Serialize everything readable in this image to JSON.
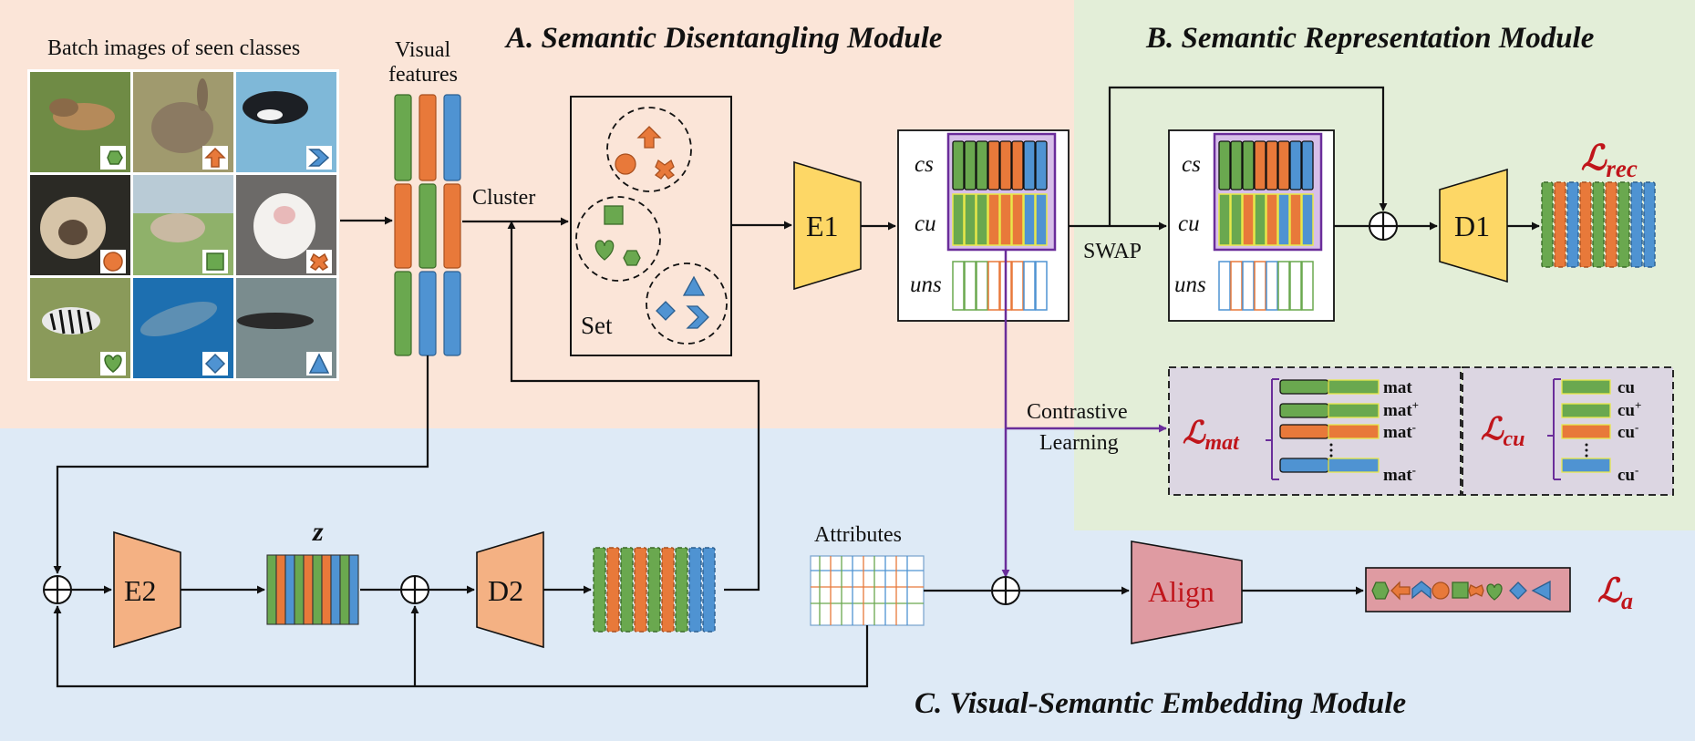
{
  "colors": {
    "region_a": "#fbe5d8",
    "region_b": "#e3eed8",
    "region_c": "#deeaf6",
    "green": "#6aa84f",
    "orange": "#e8793a",
    "blue": "#4f93d2",
    "purple": "#6a2d9a",
    "encoder": "#fdd766",
    "encoder2": "#f4b183",
    "align": "#df9ba2",
    "loss": "#c0151b"
  },
  "modules": {
    "a_title": "A. Semantic Disentangling Module",
    "b_title": "B. Semantic Representation Module",
    "c_title": "C. Visual-Semantic Embedding Module"
  },
  "labels": {
    "batch_images": "Batch images of seen classes",
    "visual_features_1": "Visual",
    "visual_features_2": "features",
    "cluster": "Cluster",
    "set": "Set",
    "e1": "E1",
    "d1": "D1",
    "e2": "E2",
    "d2": "D2",
    "z": "z",
    "swap": "SWAP",
    "cs": "cs",
    "cu": "cu",
    "uns": "uns",
    "contrastive_1": "Contrastive",
    "contrastive_2": "Learning",
    "attributes": "Attributes",
    "align": "Align"
  },
  "losses": {
    "rec_main": "ℒ",
    "rec_sub": "rec",
    "mat_main": "ℒ",
    "mat_sub": "mat",
    "cu_main": "ℒ",
    "cu_sub": "cu",
    "a_main": "ℒ",
    "a_sub": "a"
  },
  "mat_panel": {
    "rows": [
      {
        "text": "mat",
        "sup": ""
      },
      {
        "text": "mat",
        "sup": "+"
      },
      {
        "text": "mat",
        "sup": "-"
      },
      {
        "text": "mat",
        "sup": "-"
      }
    ]
  },
  "cu_panel": {
    "rows": [
      {
        "text": "cu",
        "sup": ""
      },
      {
        "text": "cu",
        "sup": "+"
      },
      {
        "text": "cu",
        "sup": "-"
      },
      {
        "text": "cu",
        "sup": "-"
      }
    ]
  },
  "images": [
    {
      "animal": "horses",
      "icon": "hexagon-icon",
      "color": "green"
    },
    {
      "animal": "rabbit",
      "icon": "arrow-up-icon",
      "color": "orange"
    },
    {
      "animal": "orca",
      "icon": "chevron-right-icon",
      "color": "blue"
    },
    {
      "animal": "siamese cat",
      "icon": "circle-icon",
      "color": "orange"
    },
    {
      "animal": "cow",
      "icon": "square-icon",
      "color": "green"
    },
    {
      "animal": "white rat",
      "icon": "cross-icon",
      "color": "orange"
    },
    {
      "animal": "zebras",
      "icon": "heart-icon",
      "color": "green"
    },
    {
      "animal": "dolphin",
      "icon": "diamond-icon",
      "color": "blue"
    },
    {
      "animal": "whale",
      "icon": "triangle-icon",
      "color": "blue"
    }
  ]
}
